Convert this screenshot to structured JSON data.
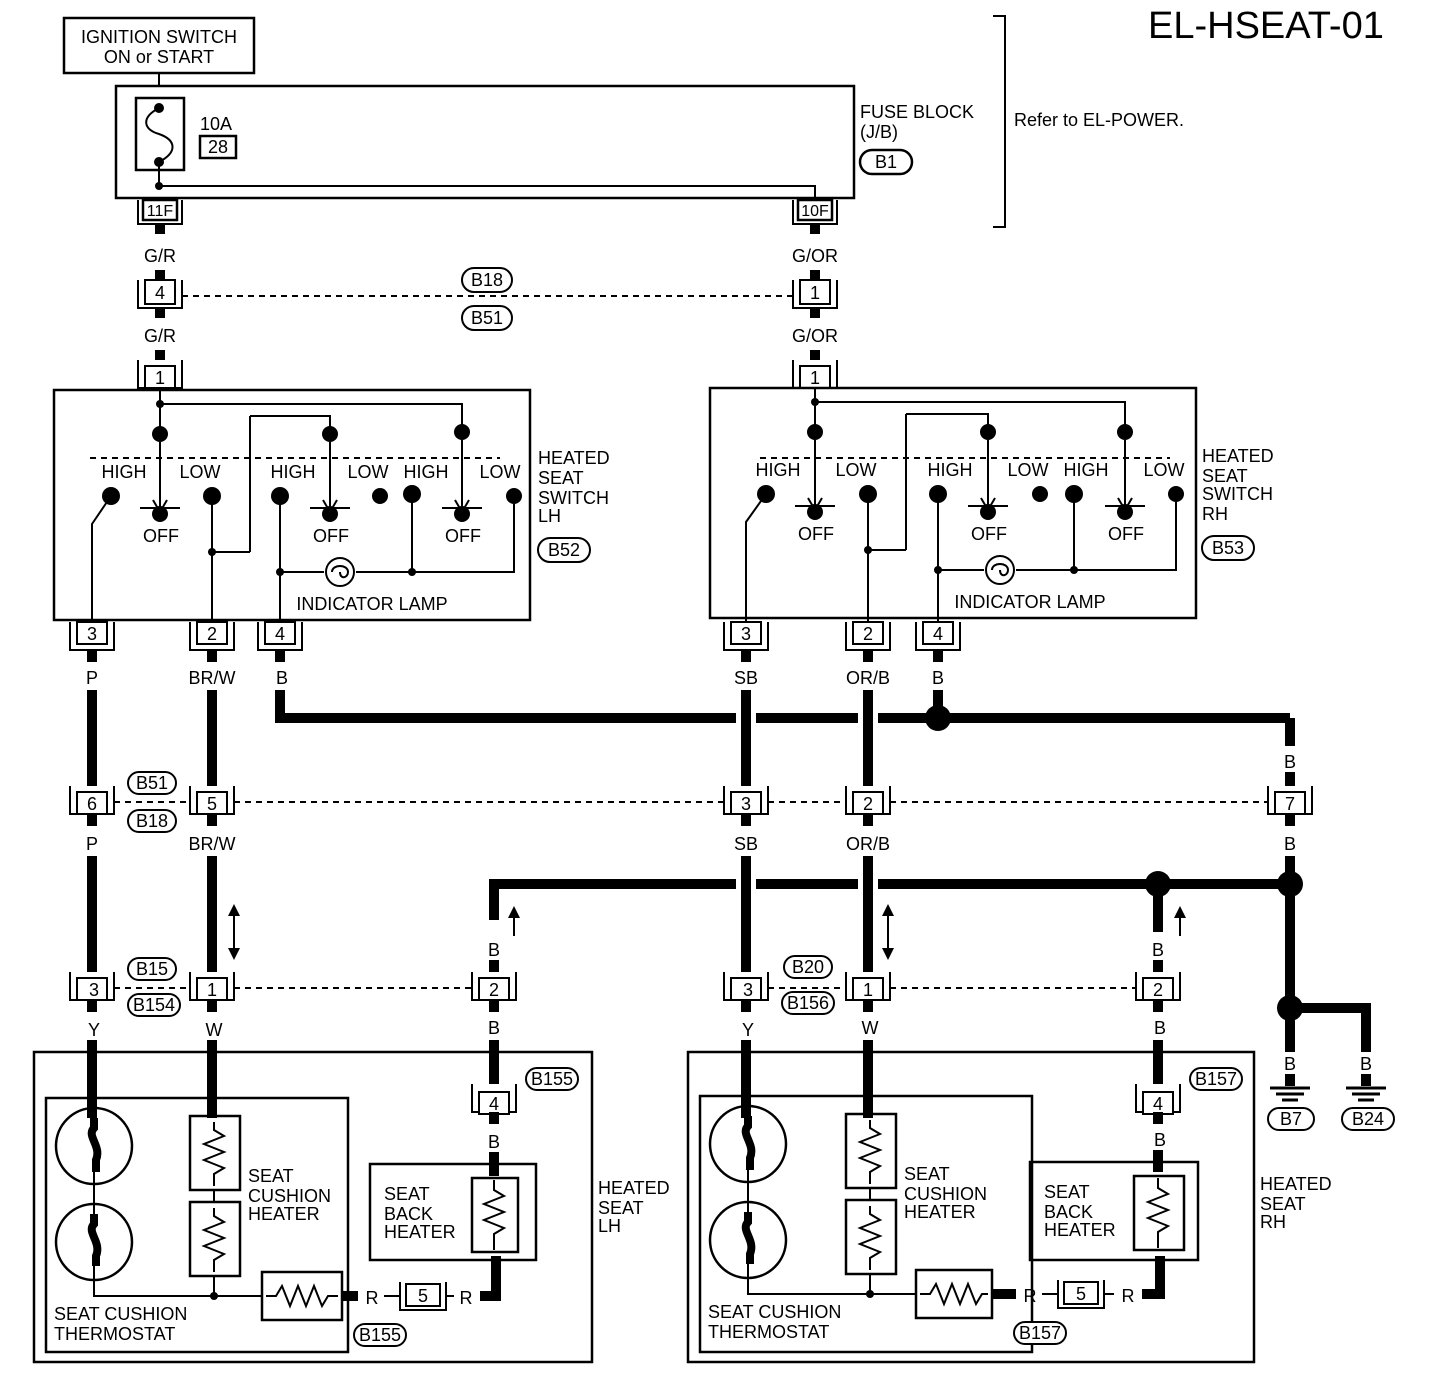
{
  "diagram_id": "EL-HSEAT-01",
  "ignition": {
    "line1": "IGNITION SWITCH",
    "line2": "ON or START"
  },
  "fuse": {
    "rating": "10A",
    "number": "28"
  },
  "fuse_block": {
    "line1": "FUSE BLOCK",
    "line2": "(J/B)",
    "connector": "B1",
    "note": "Refer to EL-POWER.",
    "pin_left": "11F",
    "pin_right": "10F"
  },
  "connectors": {
    "b18": "B18",
    "b51": "B51",
    "b52": "B52",
    "b53": "B53",
    "b15": "B15",
    "b154": "B154",
    "b20": "B20",
    "b156": "B156",
    "b155": "B155",
    "b157": "B157",
    "b7": "B7",
    "b24": "B24"
  },
  "wires": {
    "g_r": "G/R",
    "g_or": "G/OR",
    "p": "P",
    "br_w": "BR/W",
    "b": "B",
    "sb": "SB",
    "or_b": "OR/B",
    "y": "Y",
    "w": "W",
    "r": "R"
  },
  "pins": {
    "p1": "1",
    "p2": "2",
    "p3": "3",
    "p4": "4",
    "p5": "5",
    "p6": "6",
    "p7": "7"
  },
  "switch": {
    "lh_line1": "HEATED",
    "lh_line2": "SEAT",
    "lh_line3": "SWITCH",
    "lh_line4": "LH",
    "rh_line1": "HEATED",
    "rh_line2": "SEAT",
    "rh_line3": "SWITCH",
    "rh_line4": "RH",
    "high": "HIGH",
    "low": "LOW",
    "off": "OFF",
    "indicator": "INDICATOR LAMP"
  },
  "seat": {
    "cushion_heater": [
      "SEAT",
      "CUSHION",
      "HEATER"
    ],
    "back_heater": [
      "SEAT",
      "BACK",
      "HEATER"
    ],
    "thermostat": [
      "SEAT CUSHION",
      "THERMOSTAT"
    ],
    "lh": [
      "HEATED",
      "SEAT",
      "LH"
    ],
    "rh": [
      "HEATED",
      "SEAT",
      "RH"
    ]
  }
}
